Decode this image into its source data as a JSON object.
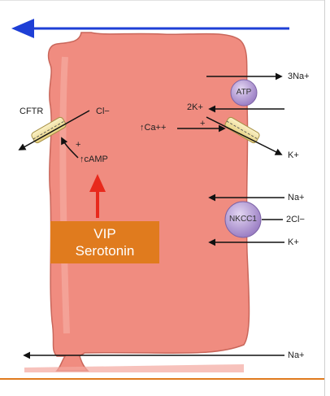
{
  "diagram": {
    "transporters": {
      "cftr": "CFTR",
      "atp": "ATP",
      "nkcc1": "NKCC1"
    },
    "ions": {
      "cl_out": "Cl−",
      "ca_in": "↑Ca++",
      "camp": "↑cAMP",
      "two_k": "2K+",
      "three_na": "3Na+",
      "k_out": "K+",
      "na_nkcc": "Na+",
      "two_cl": "2Cl−",
      "k_nkcc": "K+",
      "na_bottom": "Na+"
    },
    "signs": {
      "plus_camp": "+",
      "plus_ca": "+"
    },
    "stimulus": {
      "line1": "VIP",
      "line2": "Serotonin"
    },
    "colors": {
      "cell_fill": "#f08c80",
      "cell_stroke": "#c9665a",
      "flow_arrow": "#1e3fd6",
      "stimulus_arrow": "#e8291c",
      "stimulus_box": "#e07b1e",
      "channel_fill": "#f3e3a0",
      "pump_fill": "#b9a2d8",
      "divider": "#e07b1e"
    }
  }
}
